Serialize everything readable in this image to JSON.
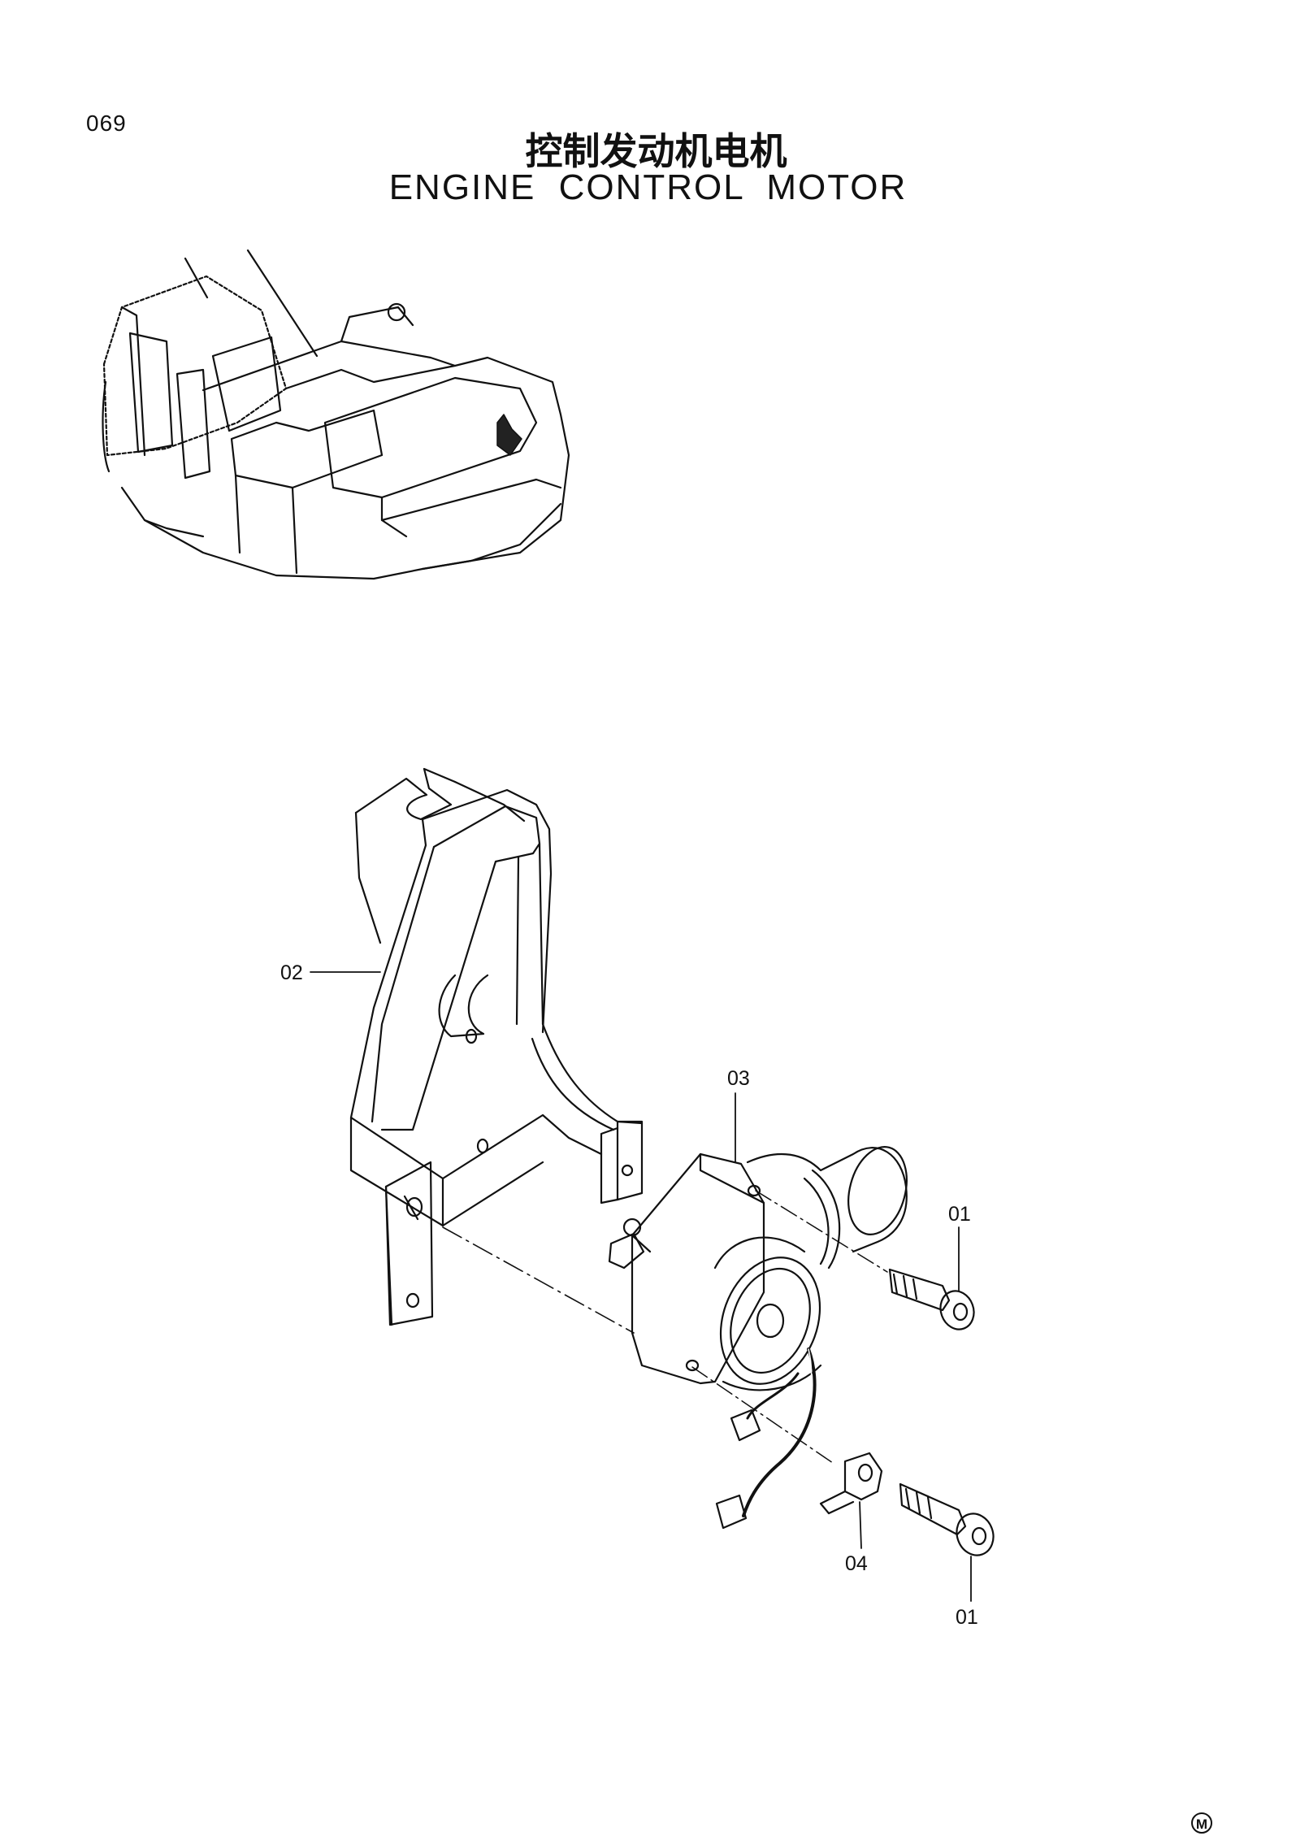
{
  "header": {
    "page_number": "069",
    "title_cn": "控制发动机电机",
    "title_en": "ENGINE CONTROL MOTOR"
  },
  "callouts": {
    "bolt_upper": "01",
    "bracket": "02",
    "motor": "03",
    "clamp": "04",
    "bolt_lower": "01"
  },
  "footer": {
    "mark": "M"
  }
}
